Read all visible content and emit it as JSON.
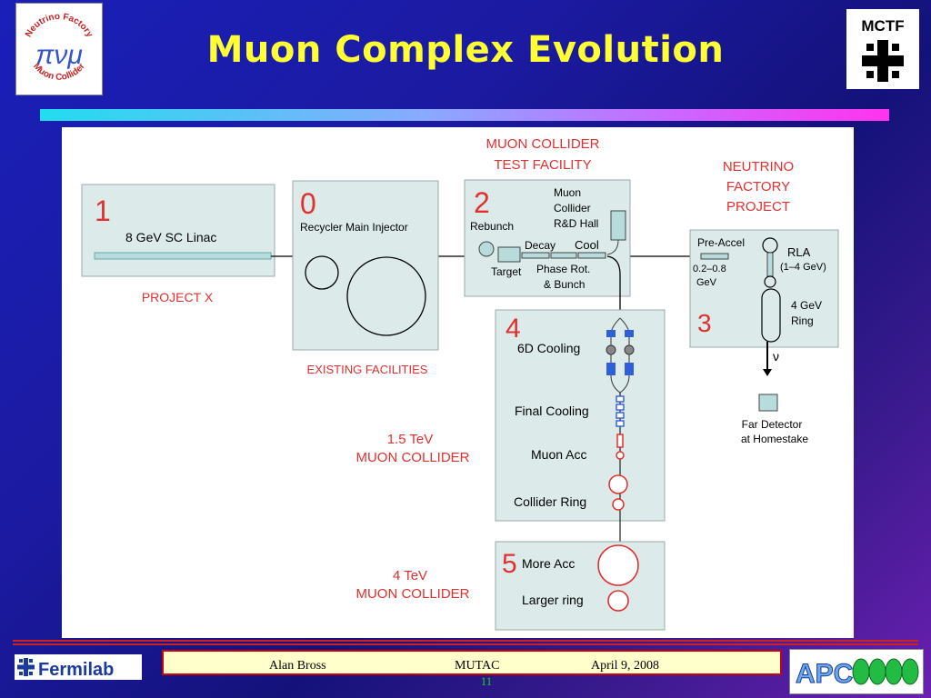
{
  "slide": {
    "title": "Muon Complex Evolution",
    "logo_left_text_top": "Neutrino Factory",
    "logo_left_text_bottom": "Muon Collider",
    "logo_left_symbol": "πνμ",
    "logo_right_text": "MCTF"
  },
  "diagram": {
    "header_mctf_line1": "MUON COLLIDER",
    "header_mctf_line2": "TEST FACILITY",
    "header_nf_line1": "NEUTRINO",
    "header_nf_line2": "FACTORY",
    "header_nf_line3": "PROJECT",
    "box1_num": "1",
    "box1_label": "8 GeV SC Linac",
    "box1_caption": "PROJECT X",
    "box0_num": "0",
    "box0_label": "Recycler  Main Injector",
    "box0_caption": "EXISTING FACILITIES",
    "box2_num": "2",
    "box2_rebunch": "Rebunch",
    "box2_hall_line1": "Muon",
    "box2_hall_line2": "Collider",
    "box2_hall_line3": "R&D Hall",
    "box2_decay": "Decay",
    "box2_cool": "Cool",
    "box2_target": "Target",
    "box2_phase_line1": "Phase Rot.",
    "box2_phase_line2": "& Bunch",
    "box3_num": "3",
    "box3_preaccel": "Pre-Accel",
    "box3_energy_line1": "0.2–0.8",
    "box3_energy_line2": "GeV",
    "box3_rla": "RLA",
    "box3_rla_energy": "(1–4 GeV)",
    "box3_ring_line1": "4 GeV",
    "box3_ring_line2": "Ring",
    "nu_symbol": "ν",
    "far_det_line1": "Far Detector",
    "far_det_line2": "at Homestake",
    "box4_num": "4",
    "box4_6d": "6D Cooling",
    "box4_final": "Final Cooling",
    "box4_acc": "Muon Acc",
    "box4_ring": "Collider Ring",
    "mc15_line1": "1.5 TeV",
    "mc15_line2": "MUON COLLIDER",
    "box5_num": "5",
    "box5_acc": "More Acc",
    "box5_ring": "Larger ring",
    "mc4_line1": "4 TeV",
    "mc4_line2": "MUON COLLIDER"
  },
  "footer": {
    "author": "Alan Bross",
    "event": "MUTAC",
    "date": "April 9,  2008",
    "page": "11",
    "fermilab": "Fermilab",
    "apc": "APC"
  }
}
